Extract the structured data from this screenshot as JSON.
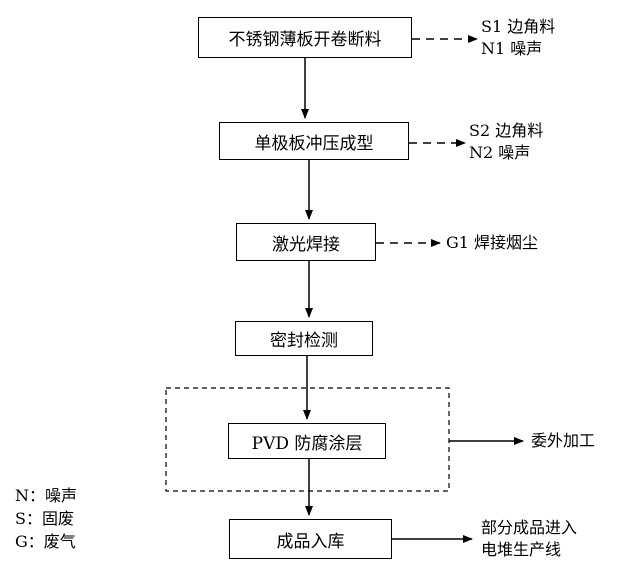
{
  "steps": [
    "不锈钢薄板开卷断料",
    "单极板冲压成型",
    "激光焊接",
    "密封检测",
    "PVD 防腐涂层",
    "成品入库"
  ],
  "outputs": {
    "step1": [
      "S1 边角料",
      "N1 噪声"
    ],
    "step2": [
      "S2 边角料",
      "N2 噪声"
    ],
    "step3": "G1 焊接烟尘",
    "step5": "委外加工",
    "step6": [
      "部分成品进入",
      "电堆生产线"
    ]
  },
  "legend": [
    "N：噪声",
    "S：固废",
    "G：废气"
  ]
}
